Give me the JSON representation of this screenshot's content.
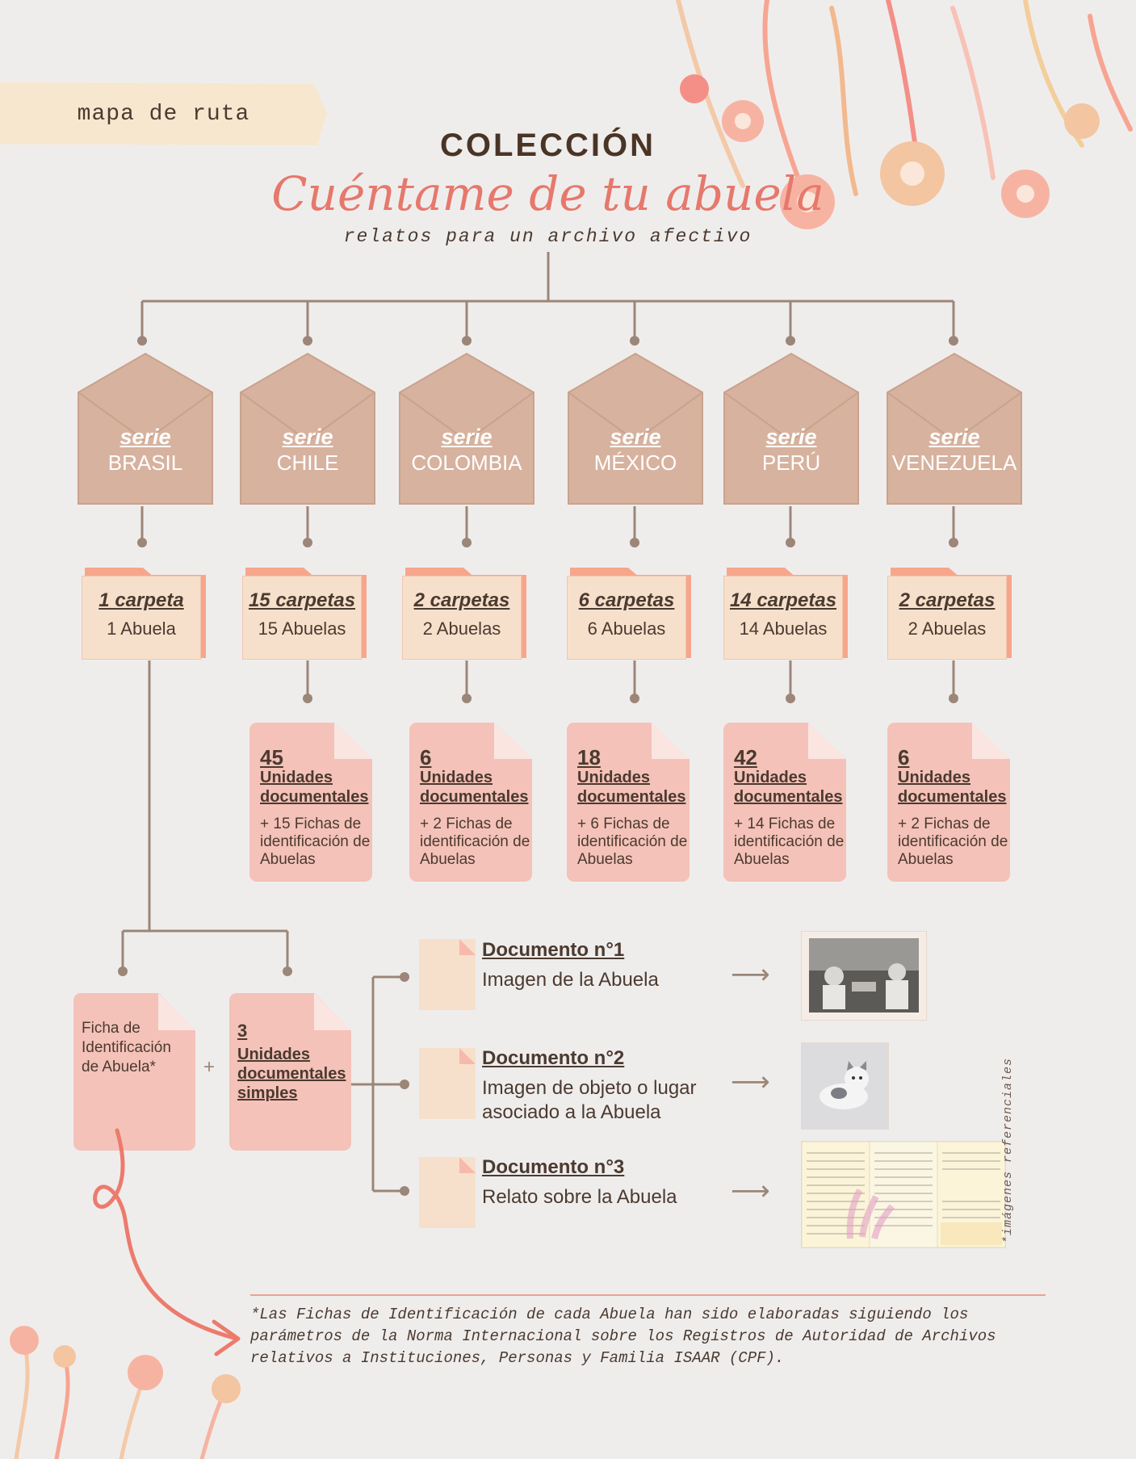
{
  "header": {
    "tape_label": "mapa de ruta",
    "title": "COLECCIÓN",
    "script_title": "Cuéntame de tu abuela",
    "subtitle": "relatos para un archivo afectivo"
  },
  "series": [
    {
      "label": "serie",
      "country": "BRASIL",
      "folders": "1 carpeta",
      "abuelas": "1 Abuela"
    },
    {
      "label": "serie",
      "country": "CHILE",
      "folders": "15 carpetas",
      "abuelas": "15 Abuelas",
      "units": "45",
      "units_label": "Unidades documentales",
      "fichas": "+ 15 Fichas de identificación de Abuelas"
    },
    {
      "label": "serie",
      "country": "COLOMBIA",
      "folders": "2 carpetas",
      "abuelas": "2 Abuelas",
      "units": "6",
      "units_label": "Unidades documentales",
      "fichas": "+ 2 Fichas de identificación de Abuelas"
    },
    {
      "label": "serie",
      "country": "MÉXICO",
      "folders": "6 carpetas",
      "abuelas": "6 Abuelas",
      "units": "18",
      "units_label": "Unidades documentales",
      "fichas": "+ 6 Fichas de identificación de Abuelas"
    },
    {
      "label": "serie",
      "country": "PERÚ",
      "folders": "14 carpetas",
      "abuelas": "14 Abuelas",
      "units": "42",
      "units_label": "Unidades documentales",
      "fichas": "+ 14 Fichas de identificación de Abuelas"
    },
    {
      "label": "serie",
      "country": "VENEZUELA",
      "folders": "2 carpetas",
      "abuelas": "2 Abuelas",
      "units": "6",
      "units_label": "Unidades documentales",
      "fichas": "+ 2 Fichas de identificación de Abuelas"
    }
  ],
  "detail": {
    "ficha": "Ficha de Identificación de Abuela*",
    "plus": "+",
    "simple_count": "3",
    "simple_label": "Unidades documentales simples",
    "documents": [
      {
        "title": "Documento n°1",
        "desc": "Imagen de la Abuela"
      },
      {
        "title": "Documento n°2",
        "desc": "Imagen de objeto o lugar asociado a la Abuela"
      },
      {
        "title": "Documento n°3",
        "desc": "Relato sobre la Abuela"
      }
    ],
    "arrow_glyph": "⟶",
    "reference_note": "*imágenes referenciales"
  },
  "footnote": "*Las Fichas de Identificación de cada Abuela han sido elaboradas siguiendo los parámetros de la Norma Internacional sobre los Registros de Autoridad de Archivos relativos a Instituciones, Personas y Familia ISAAR (CPF).",
  "colors": {
    "background": "#efedec",
    "connector": "#9b8678",
    "envelope": "#d7b29e",
    "folder": "#f7e0cb",
    "folder_tab": "#f7a68c",
    "document": "#f4c2b8",
    "accent": "#e6786c",
    "text": "#4b3a30"
  }
}
